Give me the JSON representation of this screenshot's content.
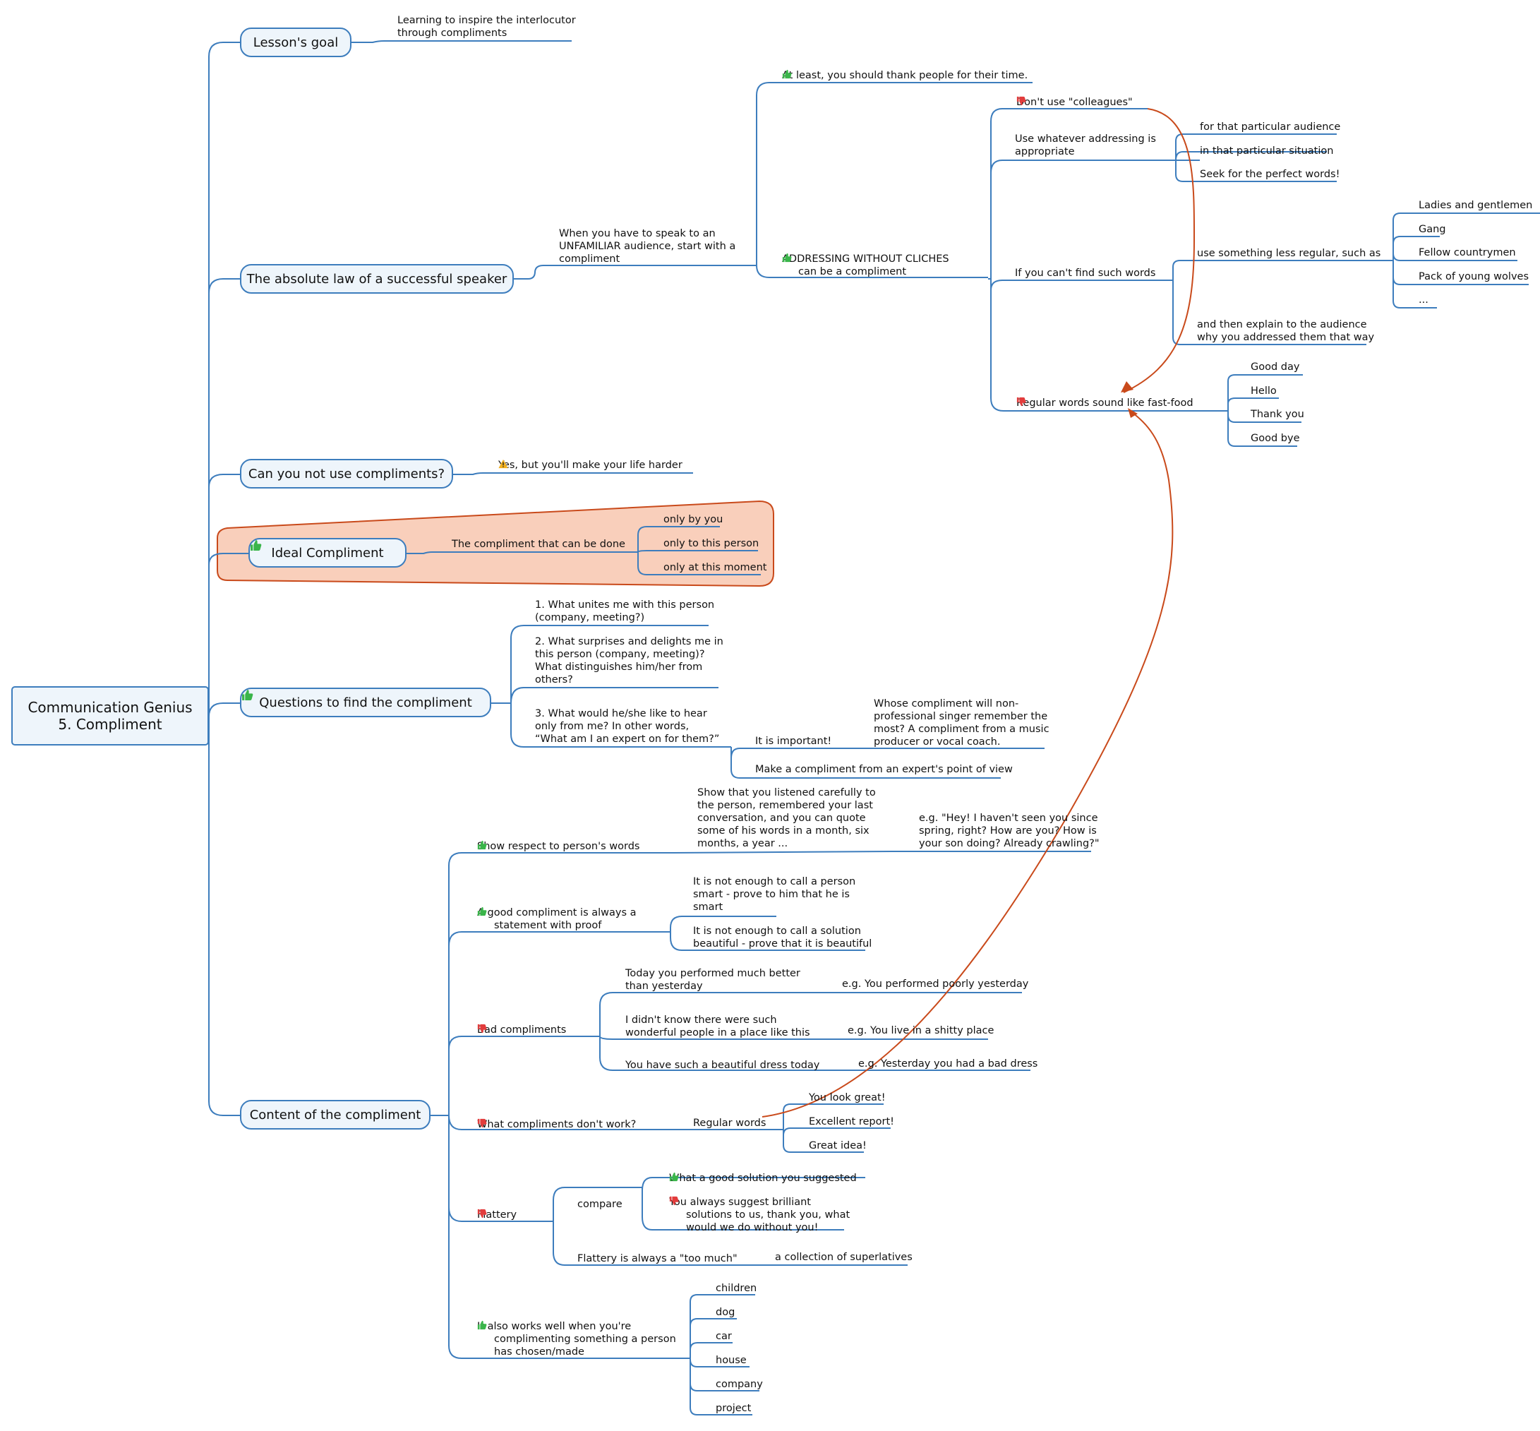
{
  "root": {
    "line1": "Communication Genius",
    "line2": "5. Compliment"
  },
  "colors": {
    "line": "#3d7dbd",
    "relationship": "#c94a1b",
    "boundary_fill": "#f9cfbb",
    "thumb_up": "#3ab54a",
    "thumb_down": "#e23c3c",
    "warning": "#f2b01e"
  },
  "lessons_goal": {
    "label": "Lesson's goal",
    "text1": "Learning to inspire the interlocutor",
    "text2": "through compliments"
  },
  "absolute_law": {
    "label": "The absolute law of a successful speaker",
    "unfamiliar": [
      "When you have to speak to an",
      "UNFAMILIAR audience, start with a",
      "compliment"
    ],
    "thank": "At least, you should thank people for their time.",
    "addressing": [
      "ADDRESSING WITHOUT CLICHES",
      "can be a compliment"
    ],
    "dont_use": "Don't use \"colleagues\"",
    "use_whatever": [
      "Use whatever addressing is",
      "appropriate"
    ],
    "whatever_children": [
      "for that particular audience",
      "in that particular situation",
      "Seek for the perfect words!"
    ],
    "cant_find": "If you can't find such words",
    "less_regular": "use something less regular, such as",
    "less_regular_children": [
      "Ladies and gentlemen",
      "Gang",
      "Fellow countrymen",
      "Pack of young wolves",
      "..."
    ],
    "explain": [
      "and then explain to the audience",
      "why you addressed them that way"
    ],
    "regular_fastfood": "Regular words sound like fast-food",
    "regular_children": [
      "Good day",
      "Hello",
      "Thank you",
      "Good bye"
    ]
  },
  "cannot_use": {
    "label": "Can you not use compliments?",
    "answer": "Yes, but you'll make your life harder"
  },
  "ideal": {
    "label": "Ideal Compliment",
    "done": "The compliment that can be done",
    "children": [
      "only by you",
      "only to this person",
      "only at this moment"
    ]
  },
  "questions": {
    "label": "Questions to find the compliment",
    "q1": [
      "1. What unites me with this person",
      "(company, meeting?)"
    ],
    "q2": [
      "2. What surprises and delights me in",
      "this person (company, meeting)?",
      "What distinguishes him/her from",
      "others?"
    ],
    "q3": [
      "3. What would he/she like to hear",
      "only from me? In other words,",
      "“What am I an expert on for them?”"
    ],
    "important": "It is important!",
    "whose": [
      "Whose compliment will non-",
      "professional singer remember the",
      "most? A compliment from a music",
      "producer or vocal coach."
    ],
    "expert": "Make a compliment from an expert's point of view"
  },
  "content": {
    "label": "Content of the compliment",
    "respect": "Show respect to person's words",
    "respect_detail": [
      "Show that you listened carefully to",
      "the person, remembered your last",
      "conversation, and you can quote",
      "some of his words in a month, six",
      "months, a year ..."
    ],
    "respect_eg": [
      "e.g. \"Hey! I haven't seen you since",
      "spring, right? How are you? How is",
      "your son doing? Already crawling?\""
    ],
    "proof": [
      "A good compliment is always a",
      "statement with proof"
    ],
    "proof_smart": [
      "It is not enough to call a person",
      "smart - prove to him that he is",
      "smart"
    ],
    "proof_beautiful": [
      "It is not enough to call a solution",
      "beautiful - prove that it is beautiful"
    ],
    "bad": "Bad compliments",
    "bad_today": [
      "Today you performed much better",
      "than yesterday"
    ],
    "bad_today_eg": "e.g. You performed poorly yesterday",
    "bad_place": [
      "I didn't know there were such",
      "wonderful people in a place like this"
    ],
    "bad_place_eg": "e.g. You live in a shitty place",
    "bad_dress": "You have such a beautiful dress today",
    "bad_dress_eg": "e.g. Yesterday you had a bad dress",
    "dontwork": "What compliments don't work?",
    "regular": "Regular words",
    "regular_children": [
      "You look great!",
      "Excellent report!",
      "Great idea!"
    ],
    "flattery": "Flattery",
    "compare": "compare",
    "good_solution": "What a good solution you suggested",
    "brilliant": [
      "You always suggest brilliant",
      "solutions to us, thank you, what",
      "would we do without you!"
    ],
    "too_much": "Flattery is always a \"too much\"",
    "superlatives": "a collection of superlatives",
    "chosen": [
      "It also works well when you're",
      "complimenting something a person",
      "has chosen/made"
    ],
    "chosen_children": [
      "children",
      "dog",
      "car",
      "house",
      "company",
      "project"
    ]
  }
}
